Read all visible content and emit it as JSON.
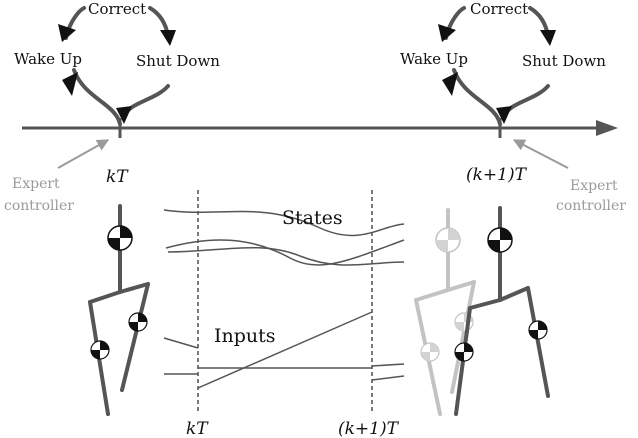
{
  "labels": {
    "correct": "Correct",
    "wake_up": "Wake Up",
    "shut_down": "Shut Down",
    "expert_line1": "Expert",
    "expert_line2": "controller",
    "kT": "kT",
    "k1T": "(k+1)T",
    "states": "States",
    "inputs": "Inputs"
  },
  "colors": {
    "stroke": "#555555",
    "text": "#111111",
    "muted": "#9a9a9a",
    "faded_stroke": "#bdbdbd"
  },
  "icons": {
    "center_of_mass": "center-of-mass-icon",
    "arrowhead": "triangle-arrowhead"
  }
}
